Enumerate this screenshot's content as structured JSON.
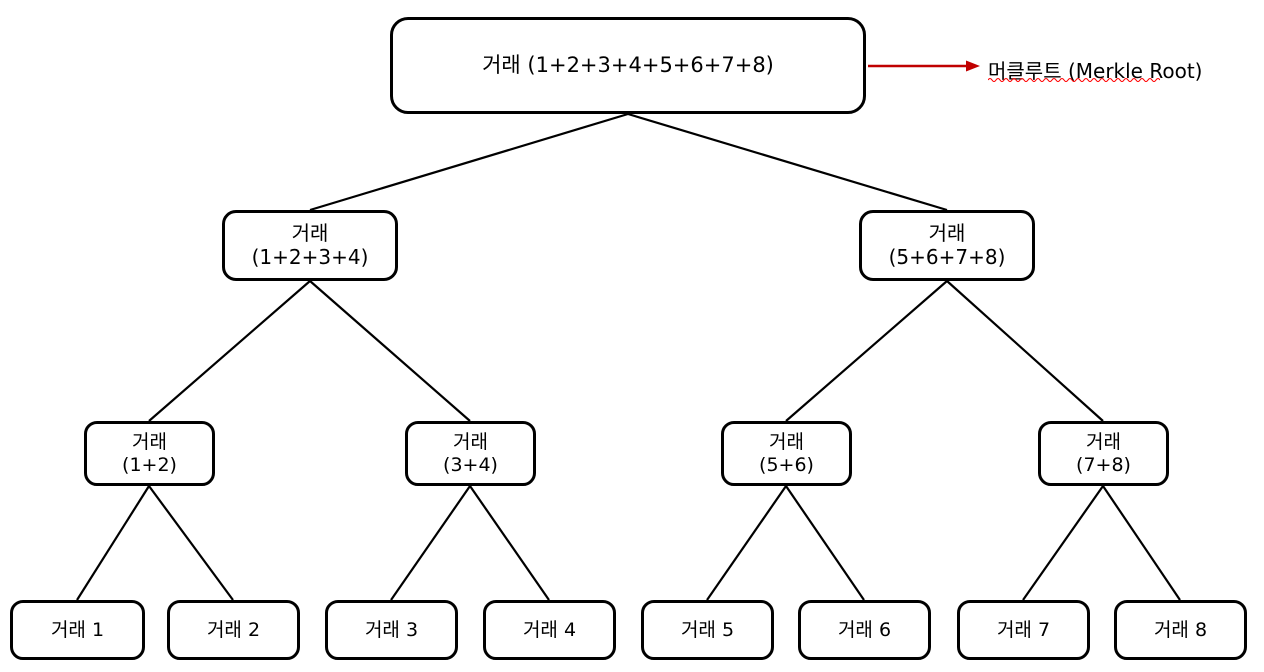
{
  "diagram": {
    "title": "Merkle Tree",
    "background_color": "#ffffff",
    "node_border_color": "#000000",
    "node_fill_color": "#ffffff",
    "edge_color": "#000000",
    "annotation_color": "#c00000",
    "spellcheck_underline_color": "#ff0000"
  },
  "root": {
    "label": "거래 (1+2+3+4+5+6+7+8)"
  },
  "level2": [
    {
      "line1": "거래",
      "line2": "(1+2+3+4)"
    },
    {
      "line1": "거래",
      "line2": "(5+6+7+8)"
    }
  ],
  "level3": [
    {
      "line1": "거래",
      "line2": "(1+2)"
    },
    {
      "line1": "거래",
      "line2": "(3+4)"
    },
    {
      "line1": "거래",
      "line2": "(5+6)"
    },
    {
      "line1": "거래",
      "line2": "(7+8)"
    }
  ],
  "leaves": [
    {
      "label": "거래 1"
    },
    {
      "label": "거래 2"
    },
    {
      "label": "거래 3"
    },
    {
      "label": "거래 4"
    },
    {
      "label": "거래 5"
    },
    {
      "label": "거래 6"
    },
    {
      "label": "거래 7"
    },
    {
      "label": "거래 8"
    }
  ],
  "annotation": {
    "label": "머클루트 (Merkle Root)",
    "arrow_icon": "arrow-right-icon"
  }
}
